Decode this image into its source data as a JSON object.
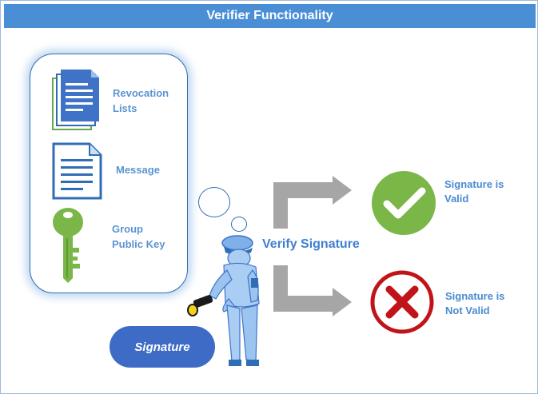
{
  "title": "Verifier Functionality",
  "inputs": {
    "revocation_lists": "Revocation\nLists",
    "message": "Message",
    "group_public_key": "Group\nPublic Key"
  },
  "action": "Verify Signature",
  "signature": "Signature",
  "results": {
    "valid": "Signature is\nValid",
    "not_valid": "Signature is\nNot Valid"
  },
  "colors": {
    "title_bar": "#4a8fd6",
    "valid_green": "#7ab648",
    "invalid_red": "#c0141a",
    "arrow_gray": "#a6a6a6",
    "signature_pill": "#3e6bc6"
  }
}
